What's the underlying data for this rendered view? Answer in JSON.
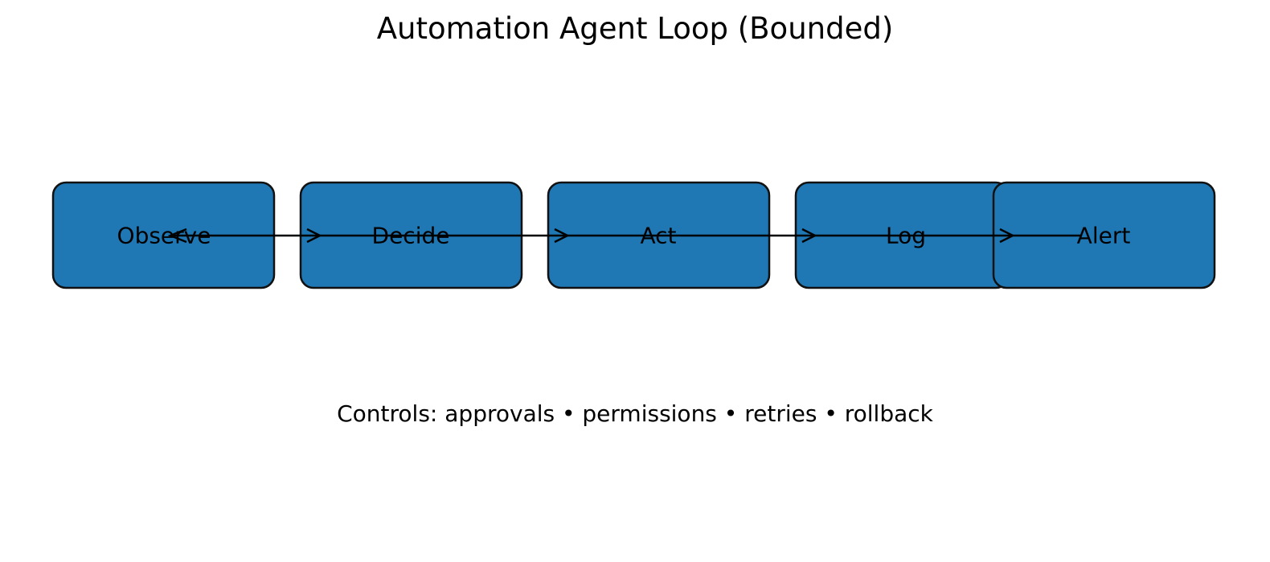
{
  "diagram": {
    "title": "Automation Agent Loop (Bounded)",
    "caption": "Controls: approvals • permissions • retries • rollback",
    "node_fill": "#1f77b4",
    "node_stroke": "#111111",
    "arrow_color": "#000000",
    "nodes": [
      {
        "id": "observe",
        "label": "Observe"
      },
      {
        "id": "decide",
        "label": "Decide"
      },
      {
        "id": "act",
        "label": "Act"
      },
      {
        "id": "log",
        "label": "Log"
      },
      {
        "id": "alert",
        "label": "Alert"
      }
    ],
    "edges": [
      {
        "from": "observe",
        "to": "decide"
      },
      {
        "from": "decide",
        "to": "act"
      },
      {
        "from": "act",
        "to": "log"
      },
      {
        "from": "log",
        "to": "alert"
      },
      {
        "from": "alert",
        "to": "observe"
      }
    ]
  }
}
